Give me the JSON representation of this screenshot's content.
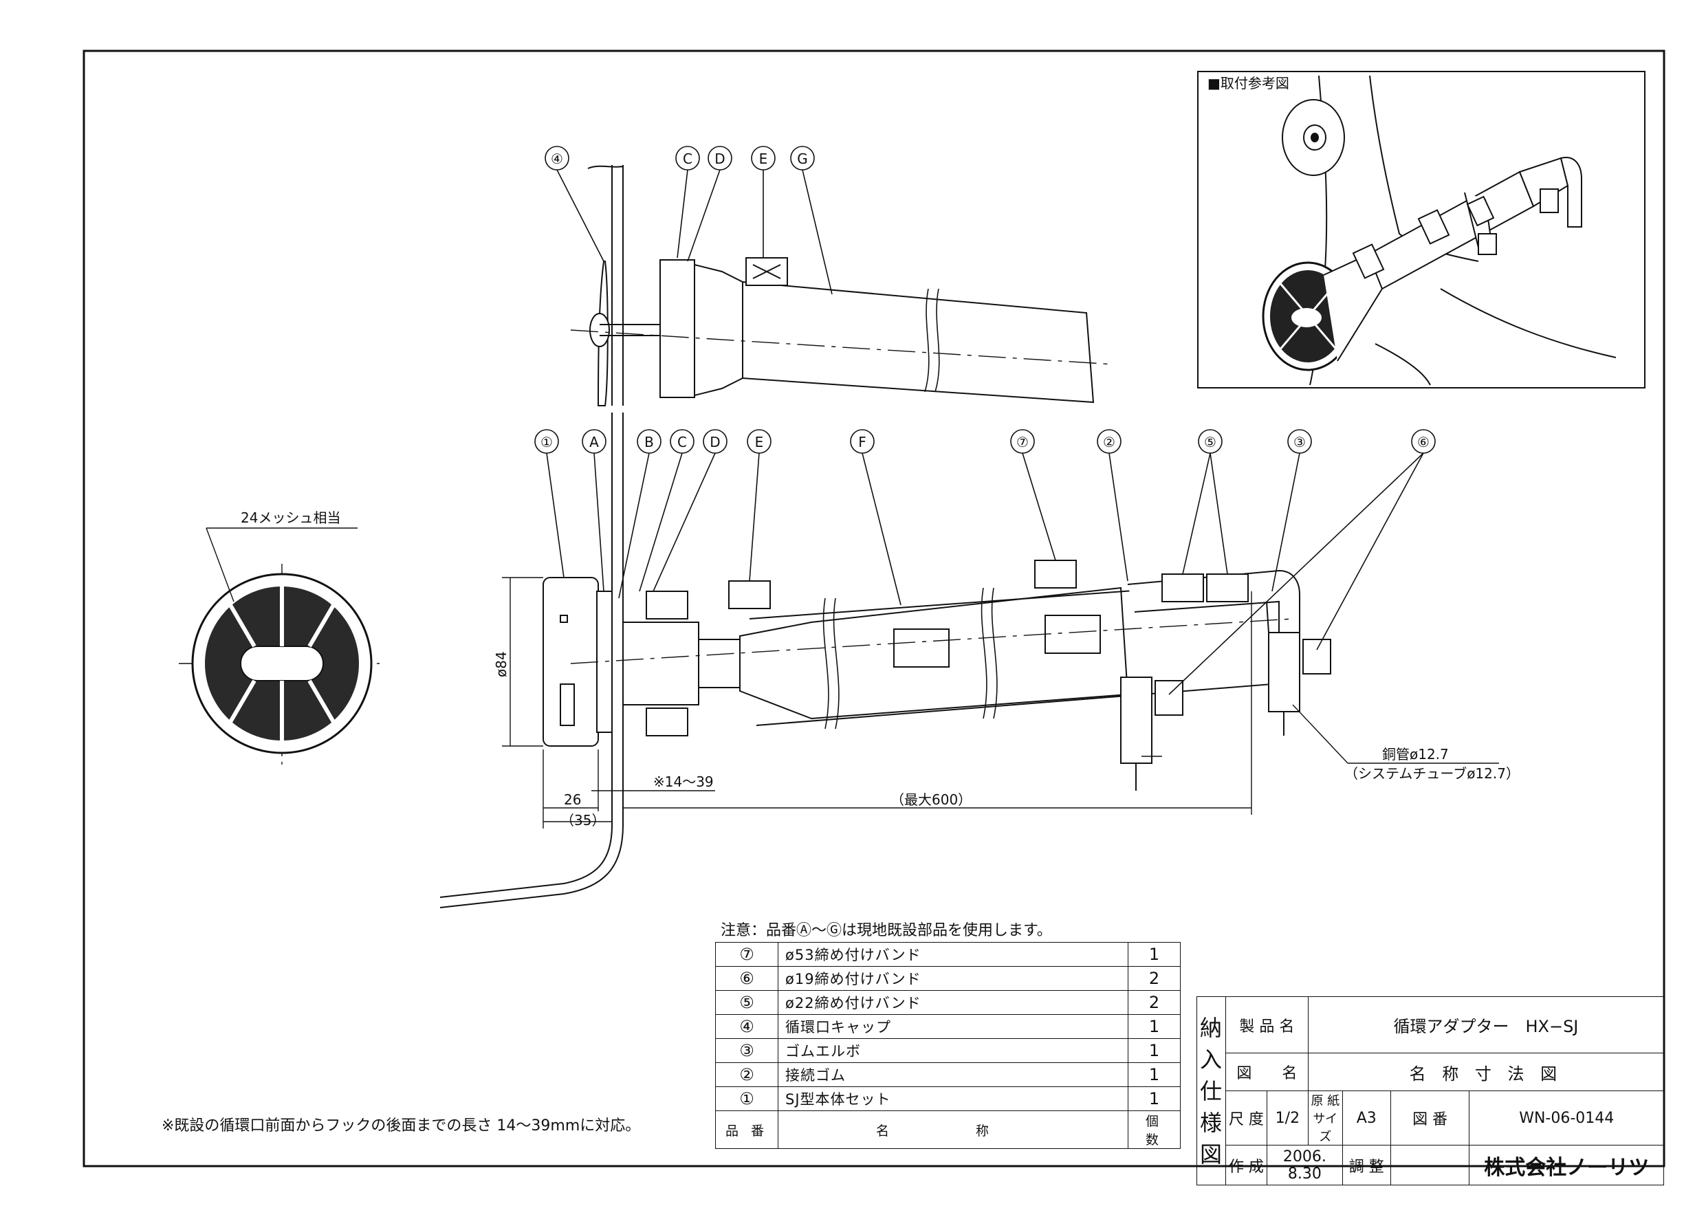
{
  "reference_view": {
    "title": "■取付参考図"
  },
  "balloons_top": [
    "④",
    "C",
    "D",
    "E",
    "G"
  ],
  "balloons_main": [
    "①",
    "A",
    "B",
    "C",
    "D",
    "E",
    "F",
    "⑦",
    "②",
    "⑤",
    "③",
    "⑥"
  ],
  "filter_view": {
    "mesh_label": "24メッシュ相当"
  },
  "dimensions": {
    "dia_84": "ø84",
    "d26": "26",
    "d35": "（35）",
    "d14_39": "※14～39",
    "max600": "（最大600）",
    "copper_pipe": "銅管ø12.7",
    "system_tube": "（システムチューブø12.7）"
  },
  "left_note": "※既設の循環口前面からフックの後面までの長さ 14～39mmに対応。",
  "parts_note": "注意：品番Ⓐ～Ⓖは現地既設部品を使用します。",
  "parts_table": {
    "rows": [
      {
        "no": "⑦",
        "name": "ø53締め付けバンド",
        "qty": "1"
      },
      {
        "no": "⑥",
        "name": "ø19締め付けバンド",
        "qty": "2"
      },
      {
        "no": "⑤",
        "name": "ø22締め付けバンド",
        "qty": "2"
      },
      {
        "no": "④",
        "name": "循環口キャップ",
        "qty": "1"
      },
      {
        "no": "③",
        "name": "ゴムエルボ",
        "qty": "1"
      },
      {
        "no": "②",
        "name": "接続ゴム",
        "qty": "1"
      },
      {
        "no": "①",
        "name": "SJ型本体セット",
        "qty": "1"
      }
    ],
    "header": {
      "no": "品 番",
      "name": "名 称",
      "qty": "個 数"
    }
  },
  "title_block": {
    "vertical_label": [
      "納",
      "入",
      "仕",
      "様",
      "図"
    ],
    "product_name_label": "製 品 名",
    "product_name": "循環アダプター　HX−SJ",
    "drawing_name_label": "図　　名",
    "drawing_name": "名 称 寸 法 図",
    "scale_label": "尺 度",
    "scale": "1/2",
    "paper_size_label": "原 紙 サイズ",
    "paper_size": "A3",
    "drawing_no_label": "図 番",
    "drawing_no": "WN-06-0144",
    "created_label": "作 成",
    "created_date": "2006. 8.30",
    "adjusted_label": "調 整",
    "company": "株式会社ノーリツ"
  }
}
